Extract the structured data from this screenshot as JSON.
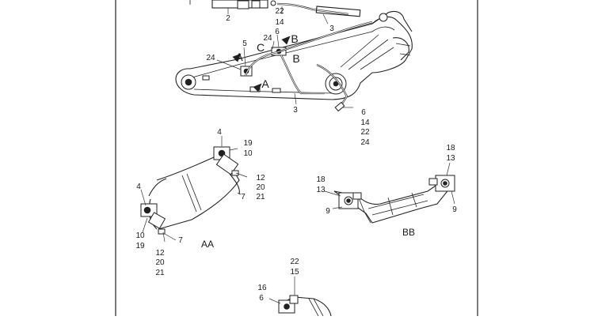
{
  "boom_view": {
    "callouts": {
      "c2": "2",
      "c22a": "22",
      "c14a": "14",
      "c3a": "3",
      "c6a": "6",
      "c24a": "24",
      "c5": "5",
      "c24b": "24",
      "c3b": "3",
      "c6b": "6",
      "c14b": "14",
      "c22b": "22",
      "c24c": "24"
    },
    "section_marks": {
      "b1": "B",
      "b2": "B",
      "c": "C",
      "a1": "A",
      "a2": "A"
    }
  },
  "detail_aa": {
    "caption": "AA",
    "callouts": {
      "c4a": "4",
      "c19a": "19",
      "c10a": "10",
      "c12a": "12",
      "c20a": "20",
      "c21a": "21",
      "c7a": "7",
      "c4b": "4",
      "c10b": "10",
      "c19b": "19",
      "c7b": "7",
      "c12b": "12",
      "c20b": "20",
      "c21b": "21"
    }
  },
  "detail_bb": {
    "caption": "BB",
    "callouts": {
      "c18a": "18",
      "c13a": "13",
      "c18b": "18",
      "c13b": "13",
      "c9a": "9",
      "c9b": "9"
    }
  },
  "detail_c": {
    "callouts": {
      "c22": "22",
      "c15": "15",
      "c16": "16",
      "c6": "6"
    }
  }
}
